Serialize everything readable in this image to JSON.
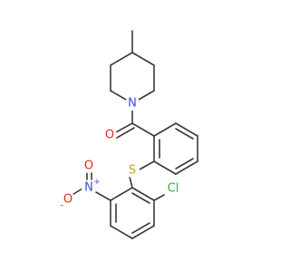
{
  "molecule": {
    "colors": {
      "bond": "#3a3a3a",
      "carbon": "#3a3a3a",
      "nitrogen": "#3b4fe0",
      "oxygen": "#e8261c",
      "sulfur": "#c9a800",
      "chlorine": "#2fb52f"
    },
    "labels": {
      "n_amide": "N",
      "o_carbonyl": "O",
      "s_thioether": "S",
      "n_nitro": "N",
      "n_nitro_charge": "+",
      "o_nitro_minus": "O",
      "o_nitro_minus_charge": "-",
      "o_nitro_double": "O",
      "cl": "Cl"
    }
  }
}
